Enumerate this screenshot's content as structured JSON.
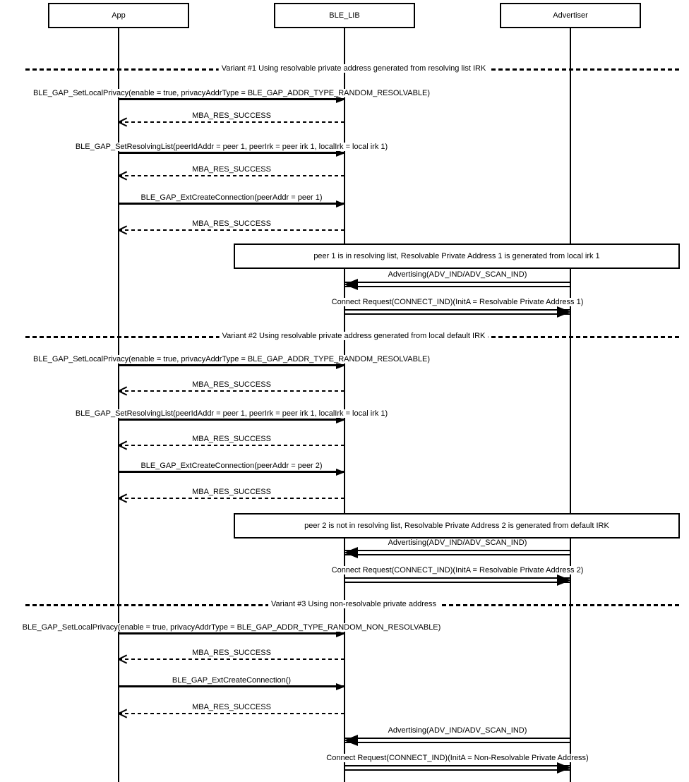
{
  "colors": {
    "background": "#ffffff",
    "line": "#000000",
    "text": "#000000"
  },
  "actors": [
    {
      "name": "App"
    },
    {
      "name": "BLE_LIB"
    },
    {
      "name": "Advertiser"
    }
  ],
  "dividers": [
    {
      "label": "Variant #1 Using resolvable private address generated from resolving list IRK"
    },
    {
      "label": "Variant #2 Using resolvable private address generated from local default IRK"
    },
    {
      "label": "Variant #3 Using non-resolvable private address"
    }
  ],
  "notes": [
    {
      "text": "peer 1 is in resolving list, Resolvable Private Address 1 is generated from local irk 1"
    },
    {
      "text": "peer 2 is not in resolving list, Resolvable Private Address 2 is generated from default IRK"
    }
  ],
  "messages": [
    {
      "label": "BLE_GAP_SetLocalPrivacy(enable = true, privacyAddrType = BLE_GAP_ADDR_TYPE_RANDOM_RESOLVABLE)",
      "from": "App",
      "to": "BLE_LIB",
      "style": "solid"
    },
    {
      "label": "MBA_RES_SUCCESS",
      "from": "BLE_LIB",
      "to": "App",
      "style": "dashed"
    },
    {
      "label": "BLE_GAP_SetResolvingList(peerIdAddr = peer 1, peerIrk = peer irk 1, localIrk = local irk 1)",
      "from": "App",
      "to": "BLE_LIB",
      "style": "solid"
    },
    {
      "label": "MBA_RES_SUCCESS",
      "from": "BLE_LIB",
      "to": "App",
      "style": "dashed"
    },
    {
      "label": "BLE_GAP_ExtCreateConnection(peerAddr = peer 1)",
      "from": "App",
      "to": "BLE_LIB",
      "style": "solid"
    },
    {
      "label": "MBA_RES_SUCCESS",
      "from": "BLE_LIB",
      "to": "App",
      "style": "dashed"
    },
    {
      "label": "Advertising(ADV_IND/ADV_SCAN_IND)",
      "from": "Advertiser",
      "to": "BLE_LIB",
      "style": "double"
    },
    {
      "label": "Connect Request(CONNECT_IND)(InitA = Resolvable Private Address 1)",
      "from": "BLE_LIB",
      "to": "Advertiser",
      "style": "double"
    },
    {
      "label": "BLE_GAP_SetLocalPrivacy(enable = true, privacyAddrType = BLE_GAP_ADDR_TYPE_RANDOM_RESOLVABLE)",
      "from": "App",
      "to": "BLE_LIB",
      "style": "solid"
    },
    {
      "label": "MBA_RES_SUCCESS",
      "from": "BLE_LIB",
      "to": "App",
      "style": "dashed"
    },
    {
      "label": "BLE_GAP_SetResolvingList(peerIdAddr = peer 1, peerIrk = peer irk 1, localIrk = local irk 1)",
      "from": "App",
      "to": "BLE_LIB",
      "style": "solid"
    },
    {
      "label": "MBA_RES_SUCCESS",
      "from": "BLE_LIB",
      "to": "App",
      "style": "dashed"
    },
    {
      "label": "BLE_GAP_ExtCreateConnection(peerAddr = peer 2)",
      "from": "App",
      "to": "BLE_LIB",
      "style": "solid"
    },
    {
      "label": "MBA_RES_SUCCESS",
      "from": "BLE_LIB",
      "to": "App",
      "style": "dashed"
    },
    {
      "label": "Advertising(ADV_IND/ADV_SCAN_IND)",
      "from": "Advertiser",
      "to": "BLE_LIB",
      "style": "double"
    },
    {
      "label": "Connect Request(CONNECT_IND)(InitA = Resolvable Private Address 2)",
      "from": "BLE_LIB",
      "to": "Advertiser",
      "style": "double"
    },
    {
      "label": "BLE_GAP_SetLocalPrivacy(enable = true, privacyAddrType = BLE_GAP_ADDR_TYPE_RANDOM_NON_RESOLVABLE)",
      "from": "App",
      "to": "BLE_LIB",
      "style": "solid"
    },
    {
      "label": "MBA_RES_SUCCESS",
      "from": "BLE_LIB",
      "to": "App",
      "style": "dashed"
    },
    {
      "label": "BLE_GAP_ExtCreateConnection()",
      "from": "App",
      "to": "BLE_LIB",
      "style": "solid"
    },
    {
      "label": "MBA_RES_SUCCESS",
      "from": "BLE_LIB",
      "to": "App",
      "style": "dashed"
    },
    {
      "label": "Advertising(ADV_IND/ADV_SCAN_IND)",
      "from": "Advertiser",
      "to": "BLE_LIB",
      "style": "double"
    },
    {
      "label": "Connect Request(CONNECT_IND)(InitA = Non-Resolvable Private Address)",
      "from": "BLE_LIB",
      "to": "Advertiser",
      "style": "double"
    }
  ]
}
